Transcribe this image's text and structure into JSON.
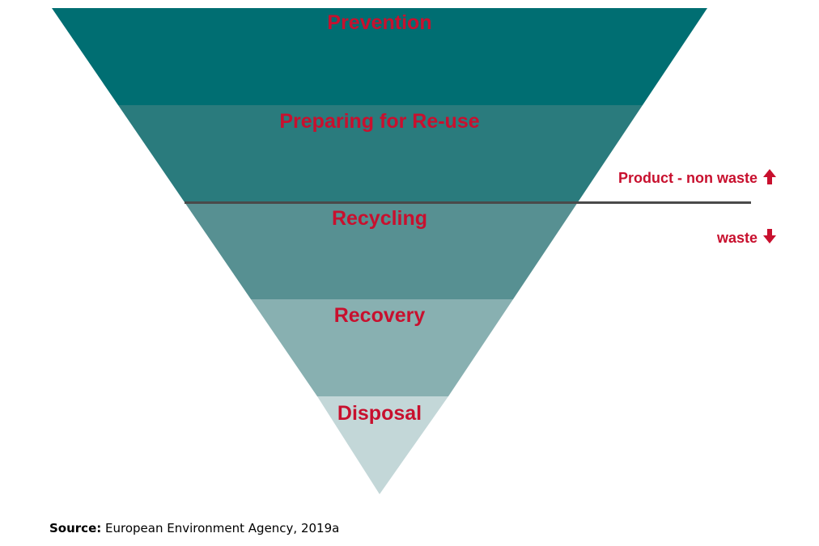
{
  "hierarchy": {
    "tiers": [
      {
        "label": "Prevention",
        "color": "#006e72"
      },
      {
        "label": "Preparing for Re-use",
        "color": "#2a7b7d"
      },
      {
        "label": "Recycling",
        "color": "#579092"
      },
      {
        "label": "Recovery",
        "color": "#88b0b1"
      },
      {
        "label": "Disposal",
        "color": "#c3d7d8"
      }
    ],
    "label_color": "#c8102e",
    "divider_color": "#4a4a4a"
  },
  "annotations": {
    "product_non_waste": "Product - non waste",
    "product_arrow_icon": "arrow-up-icon",
    "waste": "waste",
    "waste_arrow_icon": "arrow-down-icon"
  },
  "source": {
    "label": "Source:",
    "text": "European Environment Agency, 2019a"
  }
}
